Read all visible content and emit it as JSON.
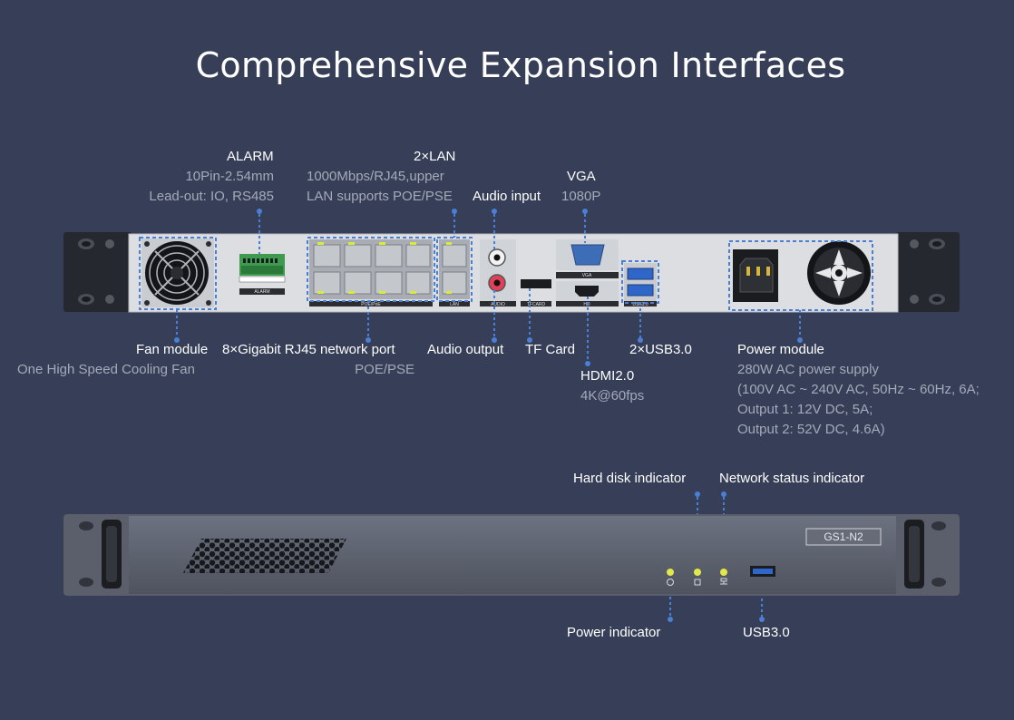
{
  "title": "Comprehensive Expansion Interfaces",
  "back_panel": {
    "alarm": {
      "label": "ALARM",
      "desc": [
        "10Pin-2.54mm",
        "Lead-out: IO, RS485"
      ],
      "port_text": "ALARM"
    },
    "lan2": {
      "label": "2×LAN",
      "desc": [
        "1000Mbps/RJ45,upper",
        "LAN supports POE/PSE"
      ],
      "port_text": "LAN"
    },
    "audio_input": {
      "label": "Audio input"
    },
    "vga": {
      "label": "VGA",
      "desc": "1080P",
      "port_text": "VGA"
    },
    "fan": {
      "label": "Fan module",
      "desc": "One High Speed Cooling Fan"
    },
    "rj45": {
      "label": "8×Gigabit RJ45 network port",
      "desc": "POE/PSE",
      "port_text": "POE/PoE"
    },
    "audio_output": {
      "label": "Audio output",
      "port_text": "AUDIO"
    },
    "tf_card": {
      "label": "TF Card",
      "port_text": "TFCARD"
    },
    "hdmi": {
      "label": "HDMI2.0",
      "desc": "4K@60fps",
      "port_text": "HD"
    },
    "usb3x2": {
      "label": "2×USB3.0",
      "port_text": "USB3.0"
    },
    "power_module": {
      "label": "Power module",
      "desc": [
        "280W AC power supply",
        "(100V AC ~ 240V AC, 50Hz ~ 60Hz, 6A;",
        "Output 1: 12V DC, 5A;",
        "Output 2: 52V DC, 4.6A)"
      ]
    }
  },
  "front_panel": {
    "model": "GS1-N2",
    "hard_disk_indicator": "Hard disk indicator",
    "network_status_indicator": "Network status indicator",
    "power_indicator": "Power indicator",
    "usb3": "USB3.0"
  },
  "colors": {
    "background": "#363f57",
    "callout": "#4a7fd6",
    "chassis": "#d9dbde",
    "ears": "#2a2d33",
    "led": "#e3e84a"
  }
}
